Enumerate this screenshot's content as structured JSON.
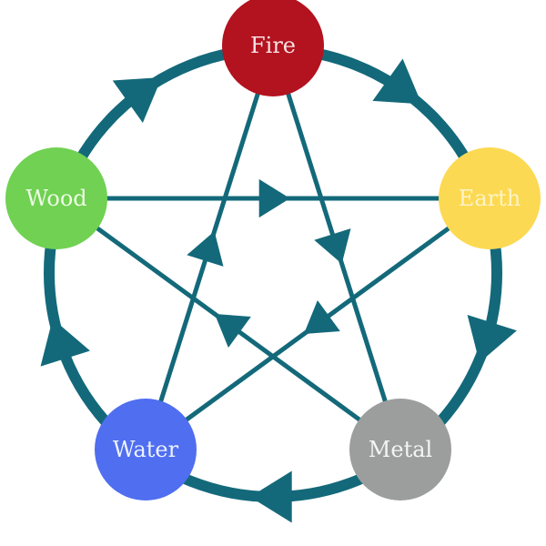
{
  "diagram": {
    "title": "Five Elements (Wu Xing) Cycle",
    "line_color": "#13697a",
    "nodes": [
      {
        "id": "fire",
        "label": "Fire",
        "color": "#b3121f",
        "text_color": "#f7e4e4"
      },
      {
        "id": "earth",
        "label": "Earth",
        "color": "#fcd952",
        "text_color": "#fdf3c8"
      },
      {
        "id": "metal",
        "label": "Metal",
        "color": "#9c9e9d",
        "text_color": "#f4f4f4"
      },
      {
        "id": "water",
        "label": "Water",
        "color": "#4f6ef0",
        "text_color": "#eef2ff"
      },
      {
        "id": "wood",
        "label": "Wood",
        "color": "#70d152",
        "text_color": "#eefbe6"
      }
    ],
    "generating_cycle": [
      {
        "from": "fire",
        "to": "earth"
      },
      {
        "from": "earth",
        "to": "metal"
      },
      {
        "from": "metal",
        "to": "water"
      },
      {
        "from": "water",
        "to": "wood"
      },
      {
        "from": "wood",
        "to": "fire"
      }
    ],
    "controlling_cycle": [
      {
        "from": "wood",
        "to": "earth"
      },
      {
        "from": "earth",
        "to": "water"
      },
      {
        "from": "water",
        "to": "fire"
      },
      {
        "from": "fire",
        "to": "metal"
      },
      {
        "from": "metal",
        "to": "wood"
      }
    ]
  }
}
